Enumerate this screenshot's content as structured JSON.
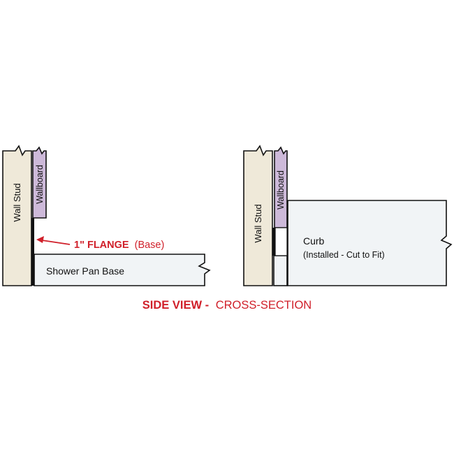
{
  "colors": {
    "stud": "#efe9d9",
    "wallboard": "#cdb9d9",
    "base": "#f1f4f6",
    "outline": "#111111",
    "accent": "#d0202a"
  },
  "left_diagram": {
    "stud_label": "Wall Stud",
    "wallboard_label": "Wallboard",
    "flange_label": "1\" FLANGE",
    "flange_note": "(Base)",
    "base_label": "Shower Pan Base"
  },
  "right_diagram": {
    "stud_label": "Wall Stud",
    "wallboard_label": "Wallboard",
    "curb_label": "Curb",
    "curb_note": "(Installed - Cut to Fit)"
  },
  "caption": {
    "bold": "SIDE VIEW -",
    "rest": "CROSS-SECTION"
  }
}
